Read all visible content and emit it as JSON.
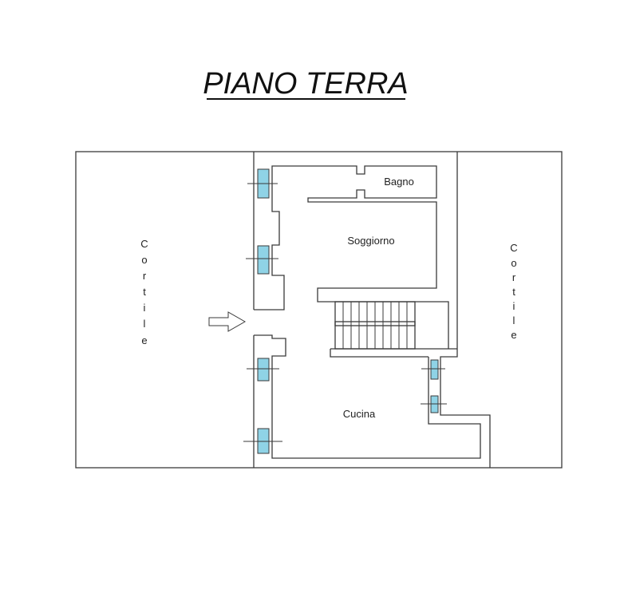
{
  "title": "PIANO TERRA",
  "rooms": {
    "bagno": "Bagno",
    "soggiorno": "Soggiorno",
    "cucina": "Cucina"
  },
  "cortile_left": [
    "C",
    "o",
    "r",
    "t",
    "i",
    "l",
    "e"
  ],
  "cortile_right": [
    "C",
    "o",
    "r",
    "t",
    "i",
    "l",
    "e"
  ],
  "colors": {
    "window": "#8fd3e6",
    "line": "#3a3a3a"
  }
}
